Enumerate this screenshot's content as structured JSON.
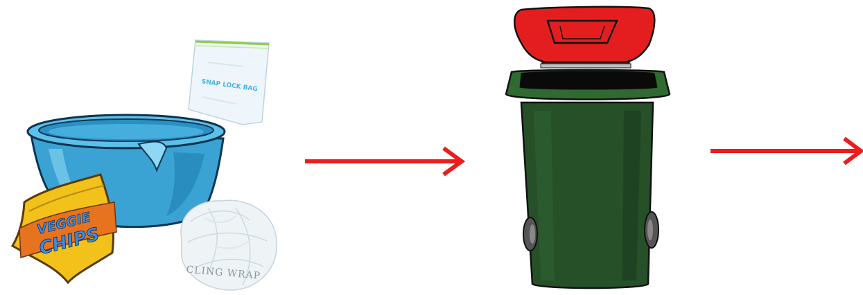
{
  "items": {
    "bag_label": "SNAP LOCK BAG",
    "chips_line1": "VEGGIE",
    "chips_line2": "CHIPS",
    "wrap_label": "CLING WRAP"
  },
  "colors": {
    "arrow": "#ee1c1c",
    "bin_body": "#265028",
    "bin_lid": "#e41e1e",
    "bucket": "#3aa8d8",
    "chips": "#f2c21a",
    "chips_band": "#e8731e"
  },
  "icons": [
    "plastic-bucket-icon",
    "snap-lock-bag-icon",
    "veggie-chips-packet-icon",
    "cling-wrap-icon",
    "right-arrow-icon",
    "red-lid-wheelie-bin-icon"
  ]
}
